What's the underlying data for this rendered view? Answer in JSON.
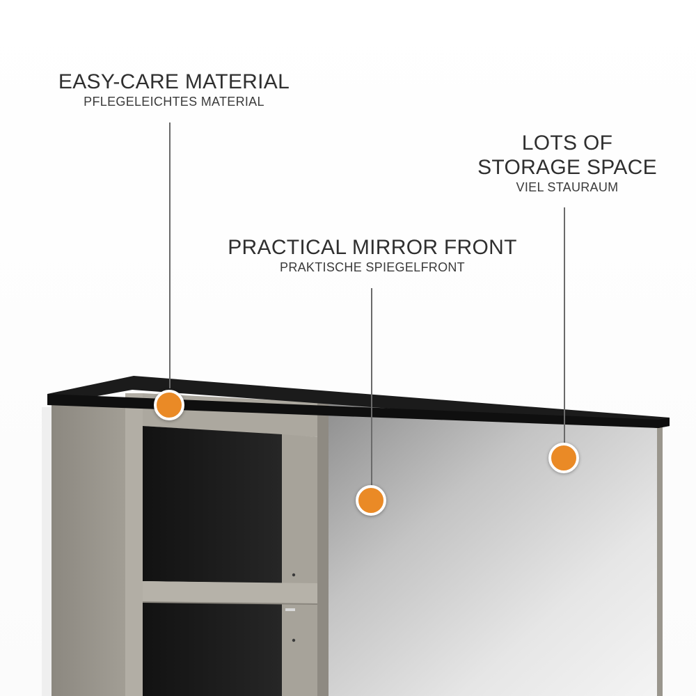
{
  "callouts": [
    {
      "title": "EASY-CARE MATERIAL",
      "subtitle": "PFLEGELEICHTES MATERIAL",
      "marker": "orange-dot"
    },
    {
      "title": "LOTS OF",
      "title2": "STORAGE SPACE",
      "subtitle": "VIEL STAURAUM",
      "marker": "orange-dot"
    },
    {
      "title": "PRACTICAL MIRROR FRONT",
      "subtitle": "PRAKTISCHE SPIEGELFRONT",
      "marker": "orange-dot"
    }
  ],
  "colors": {
    "marker": "#ea8a26",
    "cabinet_body": "#9a968d",
    "cabinet_top": "#1b1b1b",
    "shelf_interior": "#1a1a1a",
    "mirror": "#d8d8d8",
    "text": "#2f2f2f"
  }
}
